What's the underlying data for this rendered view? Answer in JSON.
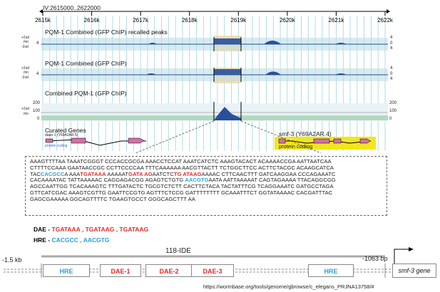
{
  "browser": {
    "region_label": "IV:2615000..2622000",
    "ruler_ticks": [
      "2615k",
      "2616k",
      "2617k",
      "2618k",
      "2619k",
      "2620k",
      "2621k",
      "2622k"
    ],
    "tracks": [
      {
        "title": "PQM-1 Combined (GFP ChIP) recalled peaks",
        "left_axis": [
          "+2sd",
          "mn",
          "-2sd"
        ],
        "left_value": "4",
        "right_values": [
          "4",
          "0",
          "4"
        ]
      },
      {
        "title": "PQM-1 Combined (GFP ChIP)",
        "left_axis": [
          "+2sd",
          "mn",
          "-2sd"
        ],
        "left_value": "4",
        "right_values": [
          "4",
          "0",
          "4"
        ]
      },
      {
        "title": "Combined PQM-1 (GFP ChIP)",
        "left_axis": [
          "+2sd",
          "mn"
        ],
        "left_values": [
          "200",
          "100",
          "0"
        ],
        "right_values": [
          "200",
          "100",
          "0"
        ]
      }
    ],
    "genes_track": {
      "title": "Curated Genes",
      "gene1_name": "daao-1 (Y69A2AR.5)",
      "gene1_type": "protein coding",
      "gene2_name": "smf-3 (Y69A2AR.4)",
      "gene2_type": "protein coding"
    }
  },
  "sequence": {
    "lines": [
      [
        {
          "t": "AAAGTTTTAA TAAATCGGGT CCCACCGCGA AAACCTCCAT AAATCATCTC AAAGTACACT ACAAAACCGA AATTAATCAA",
          "c": ""
        }
      ],
      [
        {
          "t": "CTTTTCCAAA GAATAACCGC CCTTCCCCAA TTTCAAAAAA AACGTTACTT TCTGGCTTCC ACTTCTACGC ACAAGCATCA",
          "c": ""
        }
      ],
      [
        {
          "t": "TAC",
          "c": ""
        },
        {
          "t": "CACGCC",
          "c": "blue"
        },
        {
          "t": "A AAA",
          "c": ""
        },
        {
          "t": "TGATAAA",
          "c": "red"
        },
        {
          "t": " AAAAAT",
          "c": ""
        },
        {
          "t": "GATA AG",
          "c": "red"
        },
        {
          "t": "AATCTC",
          "c": ""
        },
        {
          "t": "TG ATAAG",
          "c": "red"
        },
        {
          "t": "AAAAC CTTCAACTTT GATCAAGGAA CCCAGAAATC",
          "c": ""
        }
      ],
      [
        {
          "t": "CACAAAATAC TATTAAAAAC CAGGAGACGG AGAGTCTGTG ",
          "c": ""
        },
        {
          "t": "AACGTG",
          "c": "blue"
        },
        {
          "t": "AATA AATTAAAAAT CAGTAGAAAA TTACAGGCGG",
          "c": ""
        }
      ],
      [
        {
          "t": "AGCCAATTGG TCACAAAGTC TTTGATACTC TGCGTCTCTT CACTTCTACA TACTATTTCG TCAGGAAATC GATGCCTAGA",
          "c": ""
        }
      ],
      [
        {
          "t": "GTTCATCGAC AAAGTCGTTG GAATTCCGTG AGTTTCTCCG GATTTTTTTT GCAAATTTCT GGTATAAAAC CACGATTTAC",
          "c": ""
        }
      ],
      [
        {
          "t": "GAGCGAAAAA GGCAGTTTTC TGAAGTGCCT GGGCAGCTTT AA",
          "c": ""
        }
      ]
    ]
  },
  "legend": {
    "dae_label": "DAE -",
    "dae_motifs": "TGATAAA , TGATAAG , TGATAAG",
    "hre_label": "HRE -",
    "hre_motifs": "CACGCC , AACGTG"
  },
  "schematic": {
    "ide_label": "118-IDE",
    "left_pos": "-1.5 kb",
    "right_pos": "-1063 bp",
    "boxes": [
      "HRE",
      "DAE-1",
      "DAE-2",
      "DAE-3",
      "HRE"
    ],
    "gene_label": "smf-3 gene"
  },
  "source_url": "https://wormbase.org/tools/genome/gbrowse/c_elegans_PRJNA13758/#",
  "colors": {
    "red": "#e02a2a",
    "blue": "#2aa0d8",
    "peak": "#2a4f9a",
    "gene_pink": "#d36fa8",
    "highlight": "#f1e51e"
  }
}
